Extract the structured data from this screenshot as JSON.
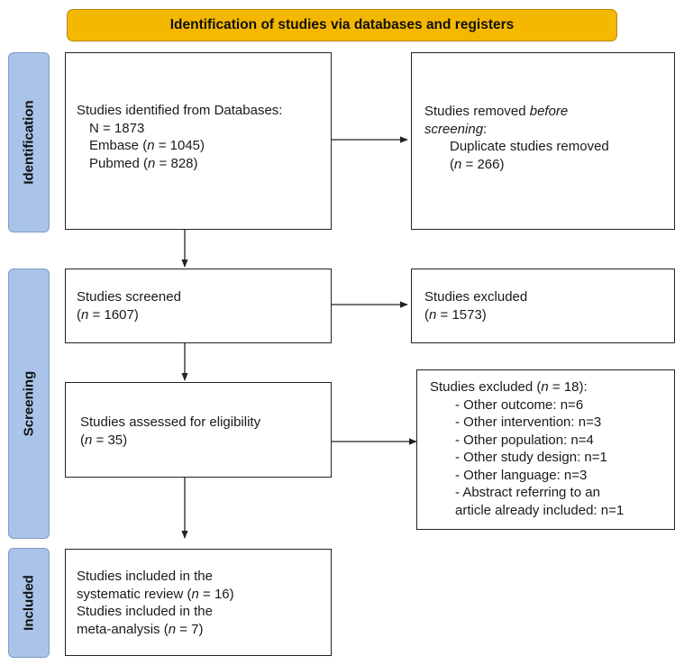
{
  "header": {
    "title": "Identification of studies via databases and registers"
  },
  "stages": {
    "identification": "Identification",
    "screening": "Screening",
    "included": "Included"
  },
  "boxes": {
    "identified": {
      "line1": "Studies identified from Databases:",
      "line2": "N = 1873",
      "embase_label": "Embase (",
      "embase_n": "n",
      "embase_value": " = 1045)",
      "pubmed_label": "Pubmed (",
      "pubmed_n": "n",
      "pubmed_value": " = 828)"
    },
    "removed": {
      "line1_a": "Studies removed ",
      "line1_b": "before",
      "line2_a": "screening",
      "line2_b": ":",
      "line3": "Duplicate studies removed",
      "line4_pre": "(",
      "line4_n": "n",
      "line4_post": " = 266)"
    },
    "screened": {
      "line1": "Studies screened",
      "line2_pre": "(",
      "line2_n": "n",
      "line2_post": " = 1607)"
    },
    "excluded1": {
      "line1": "Studies excluded",
      "line2_pre": "(",
      "line2_n": "n",
      "line2_post": " = 1573)"
    },
    "eligibility": {
      "line1": "Studies assessed for eligibility",
      "line2_pre": "(",
      "line2_n": "n",
      "line2_post": " = 35)"
    },
    "excluded2": {
      "line1_pre": "Studies excluded (",
      "line1_n": "n",
      "line1_post": " = 18):",
      "reasons": [
        "- Other outcome: n=6",
        "- Other intervention: n=3",
        "- Other population: n=4",
        "- Other study design: n=1",
        "- Other language: n=3",
        "- Abstract referring to an"
      ],
      "continuation": "article already included: n=1"
    },
    "included": {
      "line1": "Studies included in the",
      "line2_pre": "systematic review (",
      "line2_n": "n",
      "line2_post": " = 16)",
      "line3": "Studies included in the",
      "line4_pre": "meta-analysis (",
      "line4_n": "n",
      "line4_post": " = 7)"
    }
  }
}
